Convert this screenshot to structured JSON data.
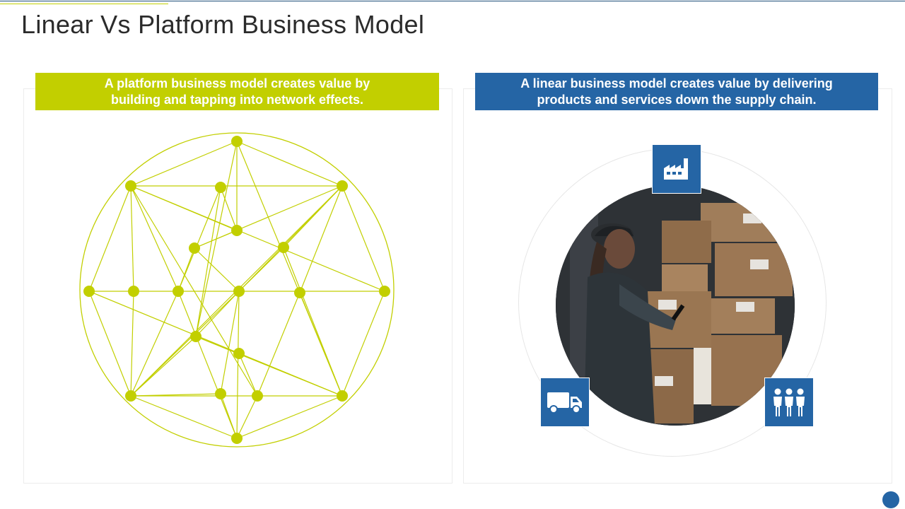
{
  "slide": {
    "title": "Linear Vs Platform Business Model"
  },
  "platform": {
    "banner_text": "A platform business model creates value by building and tapping into network effects."
  },
  "linear": {
    "banner_text": "A linear business model creates value by delivering products and services down the supply chain.",
    "icons": [
      "factory-icon",
      "delivery-truck-icon",
      "people-group-icon"
    ]
  },
  "colors": {
    "platform_accent": "#c2cf00",
    "linear_accent": "#2565a5",
    "title_text": "#2b2b2b"
  }
}
